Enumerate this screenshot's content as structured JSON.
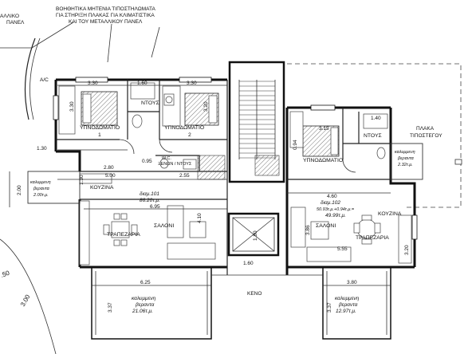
{
  "notes": {
    "support_line1": "ΒΟΗΘΗΤΙΚΑ ΜΗΤΕΝΙΑ ΤΙΠΟΣΤΗΛΩΜΑΤΑ",
    "support_line2": "ΓΙΑ ΣΤΗΡΙΞΗ ΠΛΑΚΑΣ ΓΙΑ ΚΛΙΜΑΤΙΣΤΙΚΑ",
    "support_line3": "ΚΑΙ ΤΟΥ ΜΕΤΑΛΛΙΚΟΥ ΠΑΝΕΛ",
    "panel_top": "ΑΛΛΙΚΟ",
    "panel_bottom": "ΠΑΝΕΛ",
    "ac": "A/C",
    "canopy_line1": "ΠΛΑΚΑ",
    "canopy_line2": "ΤΙΠΟΣΤΕΓΟΥ",
    "void": "ΚΕΝΟ"
  },
  "rooms": {
    "bedroom1_label": "ΥΠΝΟΔΩΜΑΤΙΟ",
    "bedroom1_num": "1",
    "bedroom2_label": "ΥΠΝΟΔΩΜΑΤΙΟ",
    "bedroom2_num": "2",
    "bedroom3_label": "ΥΠΝΟΔΩΜΑΤΙΟ",
    "shower1": "ΝΤΟΥΣ",
    "shower2": "ΝΤΟΥΣ",
    "wc_line1": "W.C.",
    "wc_line2": "ΞΕΝΩΝ / ΝΤΟΥΣ",
    "kitchen1": "ΚΟΥΖΙΝΑ",
    "kitchen2": "ΚΟΥΖΙΝΑ",
    "dining1": "ΤΡΑΠΕΖΑΡΙΑ",
    "dining2": "ΤΡΑΠΕΖΑΡΙΑ",
    "living1": "ΣΑΛΟΝΙ",
    "living2": "ΣΑΛΟΝΙ",
    "apt101_line1": "διαμ.101",
    "apt101_line2": "86.20τ.μ.",
    "apt102_line1": "διαμ.102",
    "apt102_line2": "50.93τ.μ.+0.94τ.μ.=",
    "apt102_line3": "49.99τ.μ.",
    "balcony_w_line1": "καλυμμενη",
    "balcony_w_line2": "βεραντα",
    "balcony_w_line3": "2.00τ.μ.",
    "balcony_e_line1": "καλυμμενη",
    "balcony_e_line2": "βεραντα",
    "balcony_e_line3": "2.32τ.μ.",
    "veranda1_line1": "καλυμμενη",
    "veranda1_line2": "βεραντα",
    "veranda1_line3": "21.06τ.μ.",
    "veranda2_line1": "καλυμμενη",
    "veranda2_line2": "βεραντα",
    "veranda2_line3": "12.97τ.μ."
  },
  "dims": {
    "d330a": "3.30",
    "d160": "1.60",
    "d330b": "3.30",
    "d330v": "3.30",
    "d320": "3.20",
    "d130": "1.30",
    "d280": "2.80",
    "d095": "0.95",
    "d500": "5.00",
    "d255": "2.55",
    "d200": "2.00",
    "d130v": "1.30",
    "d695": "6.95",
    "d410": "4.10",
    "d315": "3.15",
    "d140": "1.40",
    "d094": "0.94",
    "d460": "4.60",
    "d386": "3.86",
    "d555": "5.55",
    "d320b": "3.20",
    "d180": "1.80",
    "d160b": "1.60",
    "d625": "6.25",
    "d380": "3.80",
    "d337a": "3.37",
    "d337b": "3.37",
    "d050": ".50",
    "d300": "3.00"
  }
}
